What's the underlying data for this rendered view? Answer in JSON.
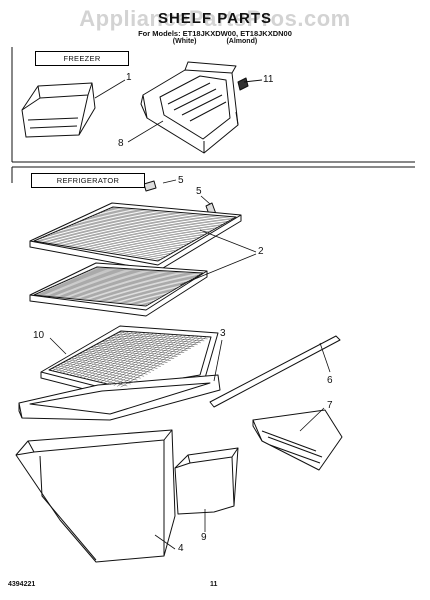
{
  "watermark": "AppliancePartsPros.com",
  "title": "SHELF PARTS",
  "subtitle": "For Models: ET18JKXDW00, ET18JKXDN00",
  "colors_line": [
    "(White)",
    "(Almond)"
  ],
  "sections": {
    "freezer": "FREEZER",
    "refrigerator": "REFRIGERATOR"
  },
  "callouts": {
    "c1": "1",
    "c8": "8",
    "c11": "11",
    "c5a": "5",
    "c5b": "5",
    "c2": "2",
    "c3": "3",
    "c10": "10",
    "c6": "6",
    "c7": "7",
    "c4": "4",
    "c9": "9"
  },
  "footer": {
    "doc_number": "4394221",
    "page": "11"
  }
}
